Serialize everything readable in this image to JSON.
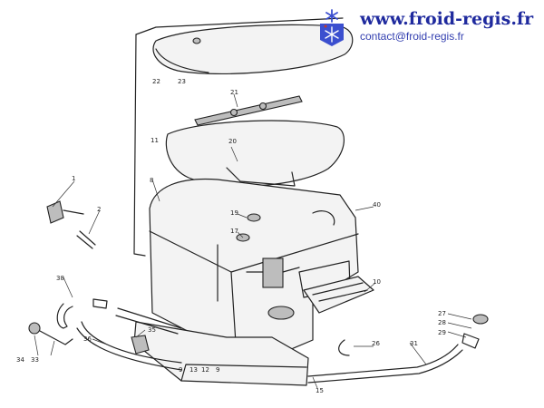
{
  "header": {
    "site_url": "www.froid-regis.fr",
    "contact_email": "contact@froid-regis.fr",
    "logo_icon": "snowflake-logo-icon",
    "brand_colors": {
      "text": "#1f2a9e",
      "logo_blue": "#3b4fcf",
      "logo_accent": "#c0392b"
    }
  },
  "callouts": [
    "1",
    "2",
    "8",
    "9",
    "9",
    "10",
    "11",
    "12",
    "13",
    "15",
    "17",
    "19",
    "20",
    "21",
    "22",
    "23",
    "26",
    "27",
    "28",
    "29",
    "31",
    "33",
    "34",
    "35",
    "36",
    "38",
    "40"
  ]
}
